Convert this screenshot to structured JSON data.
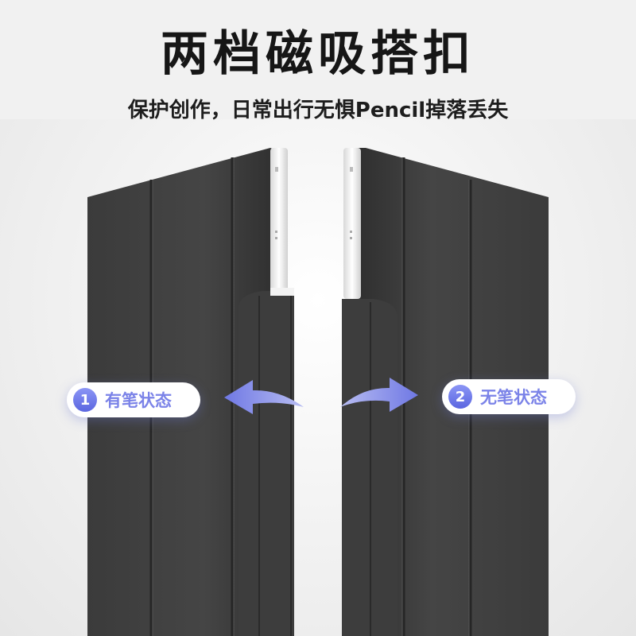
{
  "headline": "两档磁吸搭扣",
  "subheadline": "保护创作，日常出行无惧Pencil掉落丢失",
  "states": [
    {
      "number": "1",
      "label": "有笔状态"
    },
    {
      "number": "2",
      "label": "无笔状态"
    }
  ],
  "colors": {
    "case": "#3a3a3a",
    "arrow": "#7e86e6",
    "badge_accent": "#6d77ea"
  }
}
